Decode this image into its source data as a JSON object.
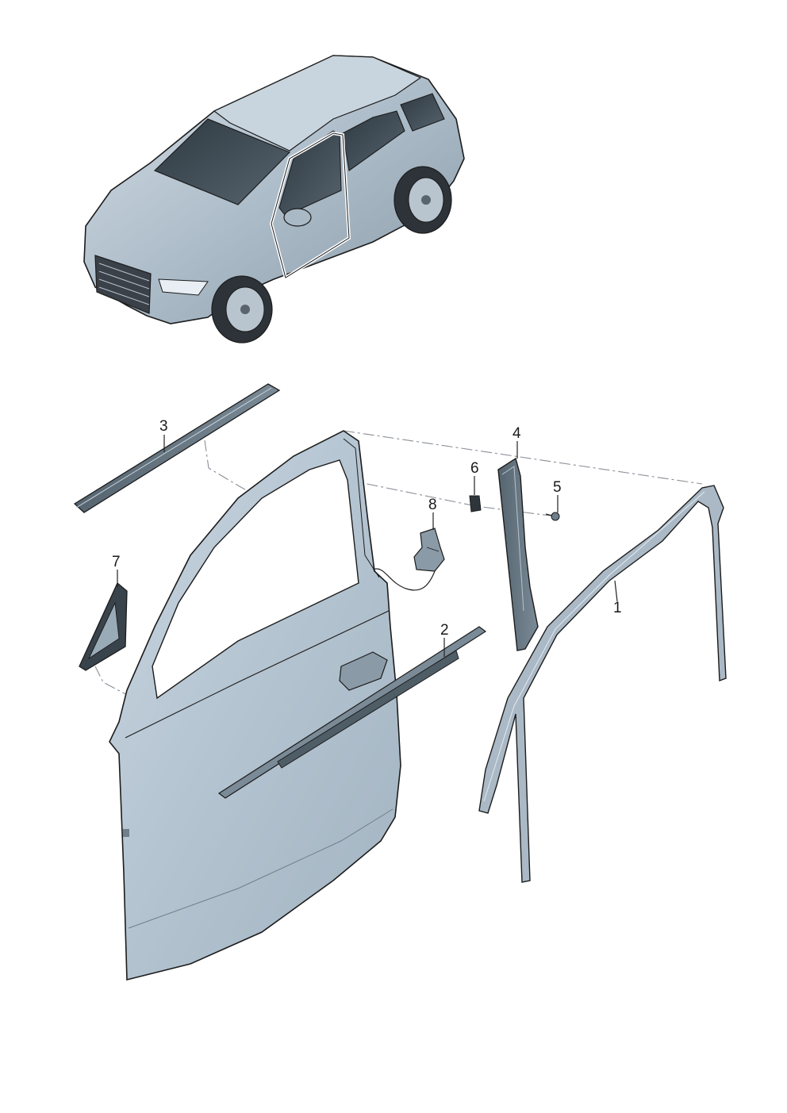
{
  "diagram": {
    "parts": [
      {
        "id": "part-1",
        "label": "1",
        "depicts": "window-frame-trim"
      },
      {
        "id": "part-2",
        "label": "2",
        "depicts": "door-molding-strip"
      },
      {
        "id": "part-3",
        "label": "3",
        "depicts": "window-seal-strip"
      },
      {
        "id": "part-4",
        "label": "4",
        "depicts": "pillar-cover-trim"
      },
      {
        "id": "part-5",
        "label": "5",
        "depicts": "screw"
      },
      {
        "id": "part-6",
        "label": "6",
        "depicts": "clip"
      },
      {
        "id": "part-7",
        "label": "7",
        "depicts": "mirror-triangle-cover"
      },
      {
        "id": "part-8",
        "label": "8",
        "depicts": "bracket"
      }
    ],
    "colors": {
      "part_fill": "#b7c7d4",
      "part_dark": "#5f6f7c",
      "part_outline": "#1c1c1c",
      "glass": "#3f4a53",
      "background": "#ffffff"
    }
  }
}
